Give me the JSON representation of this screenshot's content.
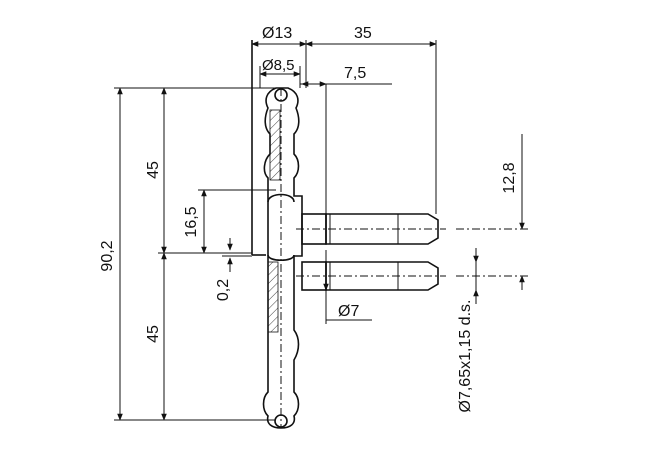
{
  "drawing": {
    "dimensions": {
      "d13": "Ø13",
      "d8_5": "Ø8,5",
      "len35": "35",
      "len7_5": "7,5",
      "len45_top": "45",
      "len45_bottom": "45",
      "len90_2": "90,2",
      "len16_5": "16,5",
      "len0_2": "0,2",
      "len12_8": "12,8",
      "d7": "Ø7",
      "pin_spec": "Ø7,65x1,15 d.s."
    }
  }
}
